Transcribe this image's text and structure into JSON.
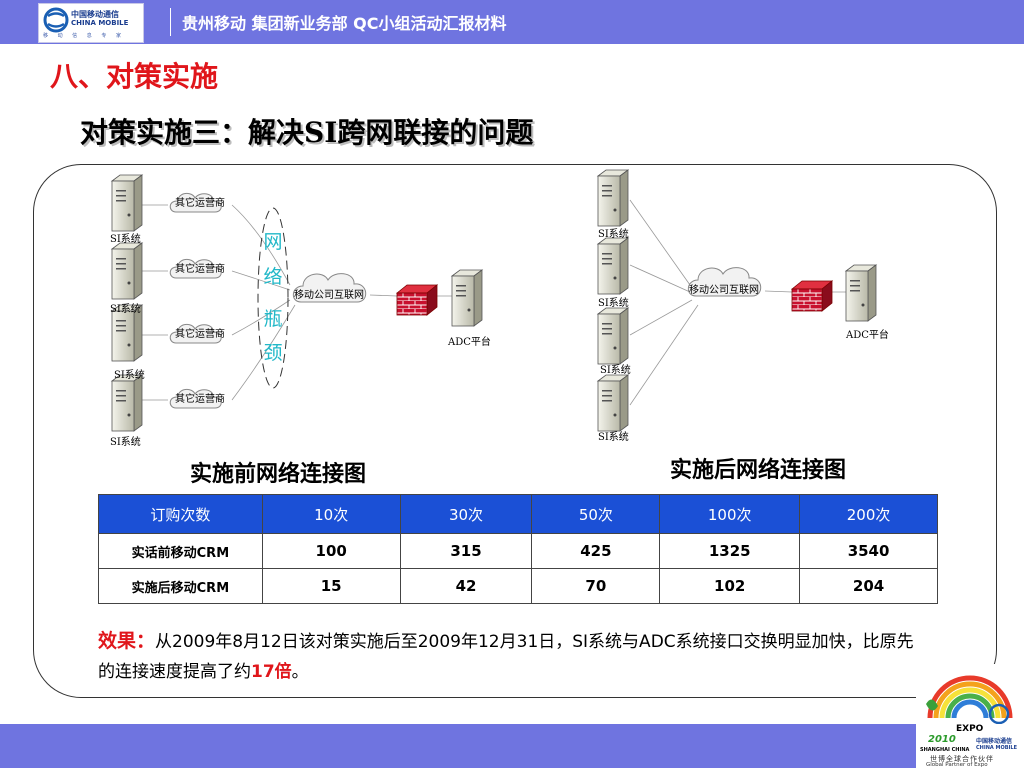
{
  "header": {
    "title": "贵州移动   集团新业务部   QC小组活动汇报材料",
    "logo": {
      "name": "中国移动通信",
      "name_en": "CHINA MOBILE",
      "sub": "移 动 信 息 专 家"
    }
  },
  "section_title": "八、对策实施",
  "sub_title": "对策实施三：解决SI跨网联接的问题",
  "diagram_before": {
    "caption": "实施前网络连接图",
    "si_labels": [
      "SI系统",
      "SI系统",
      "SI系统",
      "SI系统"
    ],
    "operator_labels": [
      "其它运营商",
      "其它运营商",
      "其它运营商",
      "其它运营商"
    ],
    "bottleneck": [
      "网",
      "络",
      "瓶",
      "颈"
    ],
    "internet_label": "移动公司互联网",
    "adc_label": "ADC平台"
  },
  "diagram_after": {
    "caption": "实施后网络连接图",
    "si_labels": [
      "SI系统",
      "SI系统",
      "SI系统",
      "SI系统"
    ],
    "internet_label": "移动公司互联网",
    "adc_label": "ADC平台"
  },
  "table": {
    "headers": [
      "订购次数",
      "10次",
      "30次",
      "50次",
      "100次",
      "200次"
    ],
    "rows": [
      {
        "label": "实话前移动CRM",
        "values": [
          "100",
          "315",
          "425",
          "1325",
          "3540"
        ]
      },
      {
        "label": "实施后移动CRM",
        "values": [
          "15",
          "42",
          "70",
          "102",
          "204"
        ]
      }
    ]
  },
  "effect": {
    "label": "效果：",
    "text1": "从2009年8月12日该对策实施后至2009年12月31日，SI系统与ADC系统接口交换明显加快，比原先的连接速度提高了约",
    "highlight": "17倍",
    "text2": "。"
  },
  "footer_logo": {
    "expo_text": "EXPO",
    "year": "2010",
    "city": "SHANGHAI CHINA",
    "brand": "中国移动通信",
    "brand_en": "CHINA MOBILE",
    "partner_cn": "世博全球合作伙伴",
    "partner_en": "Global Partner of Expo"
  },
  "colors": {
    "bar": "#6f74e0",
    "accent_red": "#e0161b",
    "table_header": "#1b50d6",
    "bottleneck_text": "#22b8c8"
  }
}
